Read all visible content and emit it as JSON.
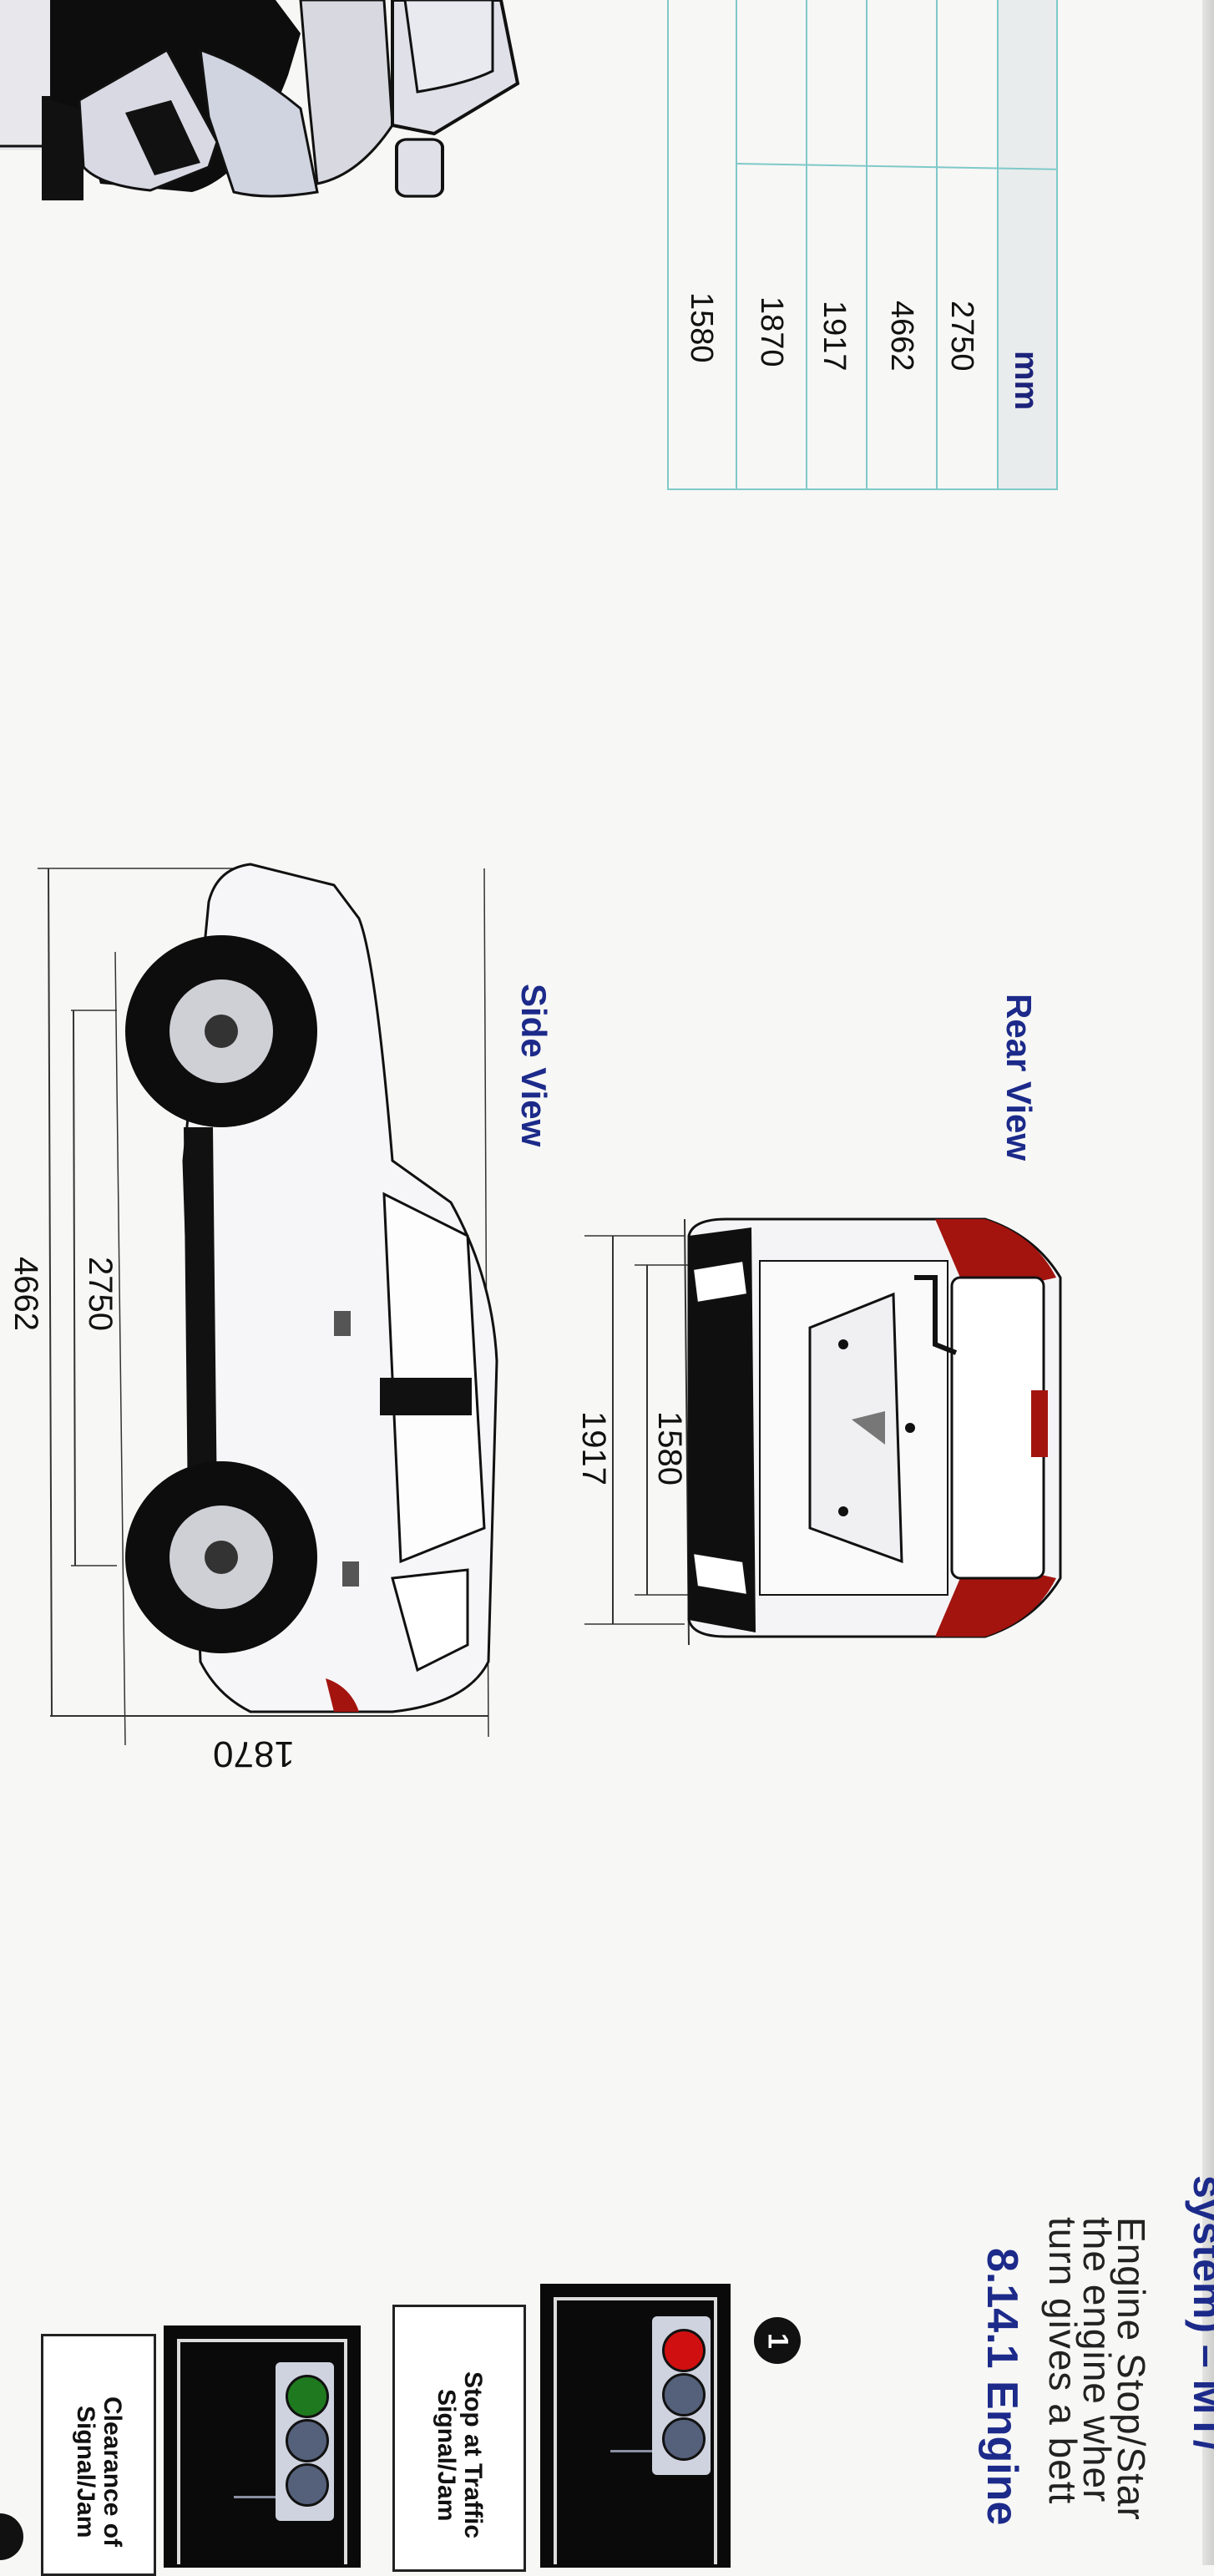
{
  "spec_table": {
    "unit_header": "mm",
    "values": [
      "2750",
      "4662",
      "1917",
      "1870",
      "1580"
    ]
  },
  "rear_view": {
    "title": "Rear View",
    "track_dim": "1580",
    "width_dim": "1917"
  },
  "side_view": {
    "title": "Side View",
    "wheelbase_dim": "2750",
    "length_dim": "4662",
    "height_dim": "1870"
  },
  "section": {
    "heading": "system) – MT/",
    "paragraph_lines": [
      "Engine Stop/Star",
      "the engine wher",
      "turn gives a bett"
    ],
    "subheading": "8.14.1 Engine"
  },
  "steps": [
    {
      "number": "1",
      "caption": "Stop at Traffic Signal/Jam",
      "active_light": "red"
    },
    {
      "caption": "Clearance of Signal/Jam",
      "active_light": "green"
    }
  ],
  "colors": {
    "heading": "#1c2a8a",
    "table_line": "#7fc9c9",
    "tail_light": "#a3140f",
    "red_light": "#d01010",
    "green_light": "#1f7a1f"
  }
}
